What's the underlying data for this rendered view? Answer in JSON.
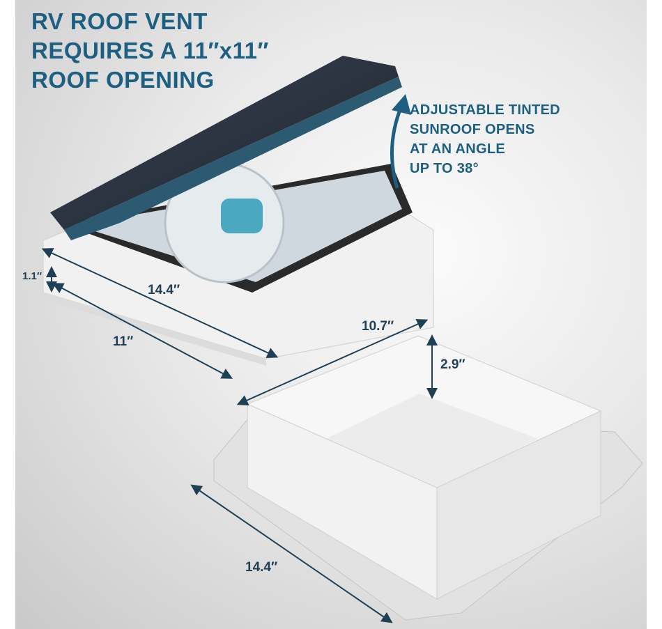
{
  "headline": {
    "lines": [
      "RV ROOF VENT",
      "REQUIRES A 11″x11″",
      "ROOF OPENING"
    ]
  },
  "callout": {
    "lines": [
      "ADJUSTABLE TINTED",
      "SUNROOF OPENS",
      "AT AN ANGLE",
      "UP TO 38°"
    ]
  },
  "dimensions": {
    "vent_height": "1.1″",
    "vent_width": "14.4″",
    "vent_base": "11″",
    "trim_width": "10.7″",
    "trim_height": "2.9″",
    "trim_flange": "14.4″"
  },
  "colors": {
    "accent": "#1d5f80",
    "dimension": "#1f3f55"
  }
}
